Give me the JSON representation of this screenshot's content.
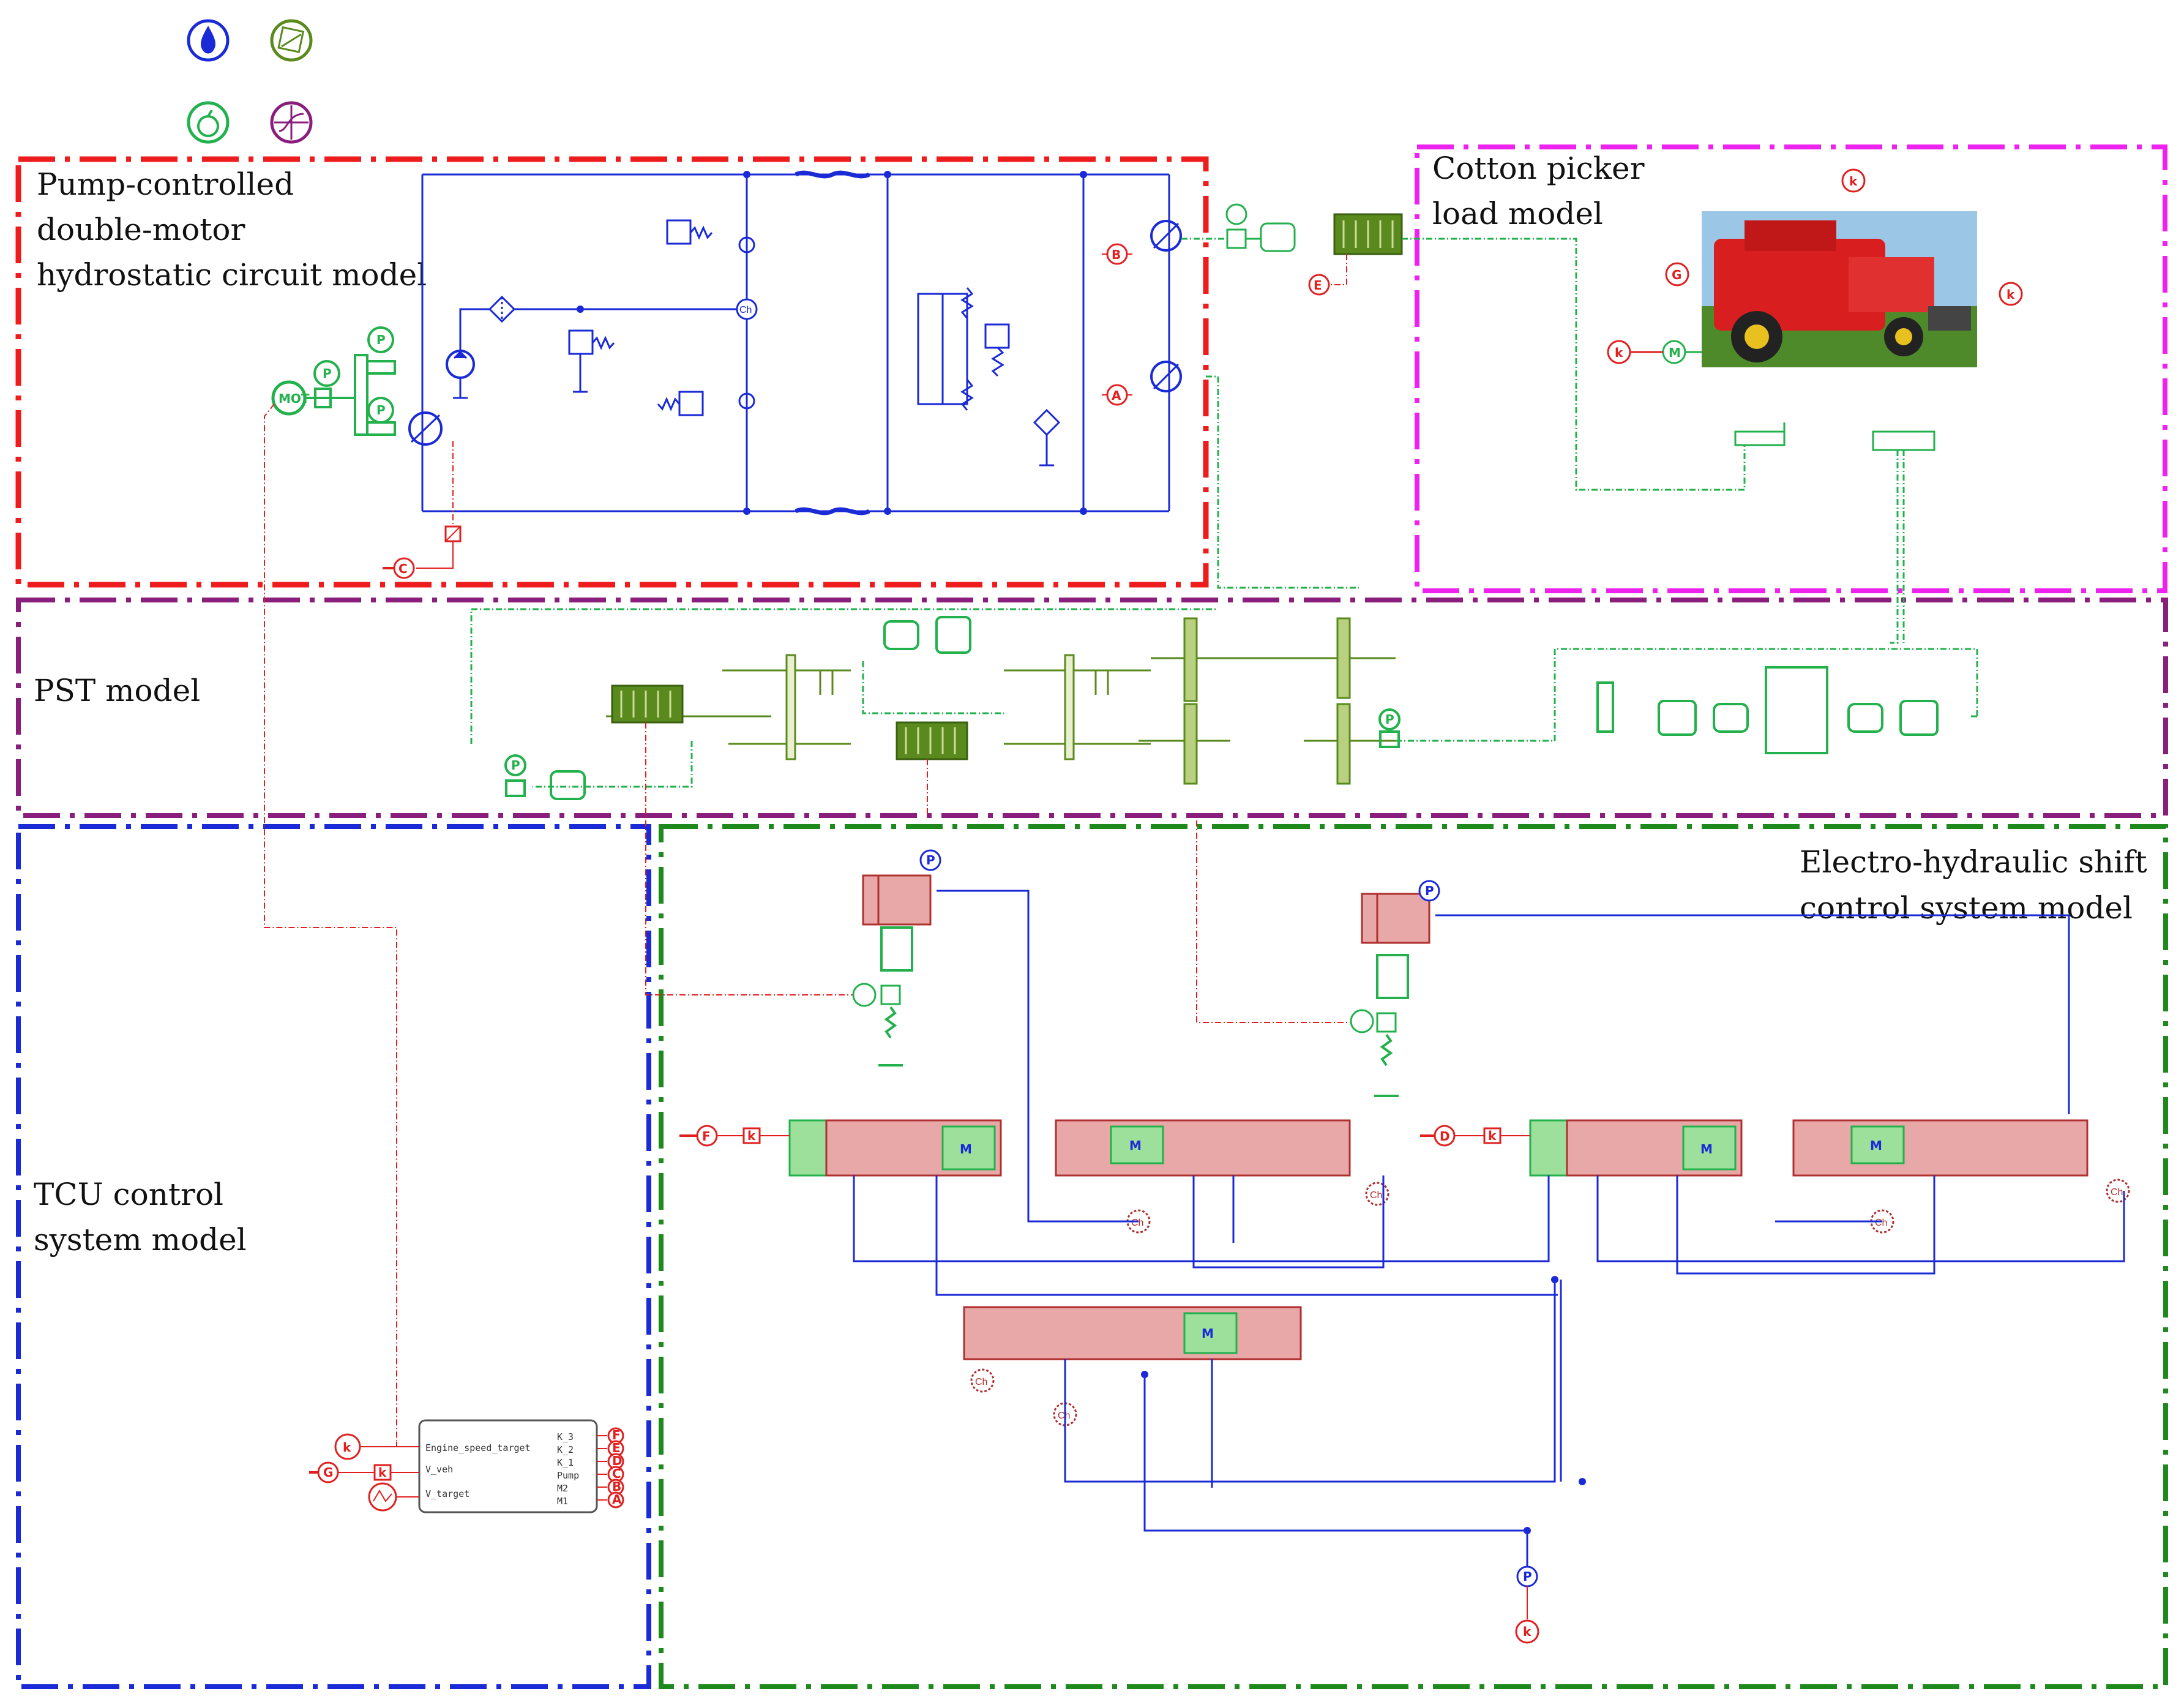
{
  "legend_icons": [
    "hydraulic-drop-icon",
    "mechanical-icon",
    "signal-icon",
    "magnetic-icon"
  ],
  "regions": {
    "pump": {
      "label_lines": [
        "Pump-controlled",
        "double-motor",
        "hydrostatic circuit model"
      ],
      "color": "#ee1c1c"
    },
    "cotton": {
      "label_lines": [
        "Cotton picker",
        "load model"
      ],
      "color": "#ee22ee"
    },
    "pst": {
      "label_lines": [
        "PST model"
      ],
      "color": "#8a1e7d"
    },
    "tcu": {
      "label_lines": [
        "TCU control",
        "system model"
      ],
      "color": "#1a2ad6"
    },
    "ehs": {
      "label_lines": [
        "Electro-hydraulic shift",
        "control system model"
      ],
      "color": "#1e8a1e"
    }
  },
  "tcu_block": {
    "inputs": [
      "Engine_speed_target",
      "V_veh",
      "V_target"
    ],
    "outputs": [
      "K_3",
      "K_2",
      "K_1",
      "Pump",
      "M2",
      "M1"
    ],
    "output_tags": [
      "F",
      "E",
      "D",
      "C",
      "B",
      "A"
    ]
  },
  "signal_tags": {
    "pump_C": "C",
    "motor_B": "B",
    "motor_A": "A",
    "load_E": "E",
    "valve1_F": "F",
    "valve2_D": "D",
    "tcu_G": "G",
    "load_G": "G",
    "gain": "k",
    "chamber": "Ch",
    "pressure": "P",
    "motor_M": "M",
    "mot": "MOT"
  },
  "colors": {
    "hydraulic": "#1a2ad6",
    "mechanical": "#5a8a1e",
    "signal": "#e02020",
    "green": "#22b14c",
    "valve_fill": "#e8a8a8"
  }
}
